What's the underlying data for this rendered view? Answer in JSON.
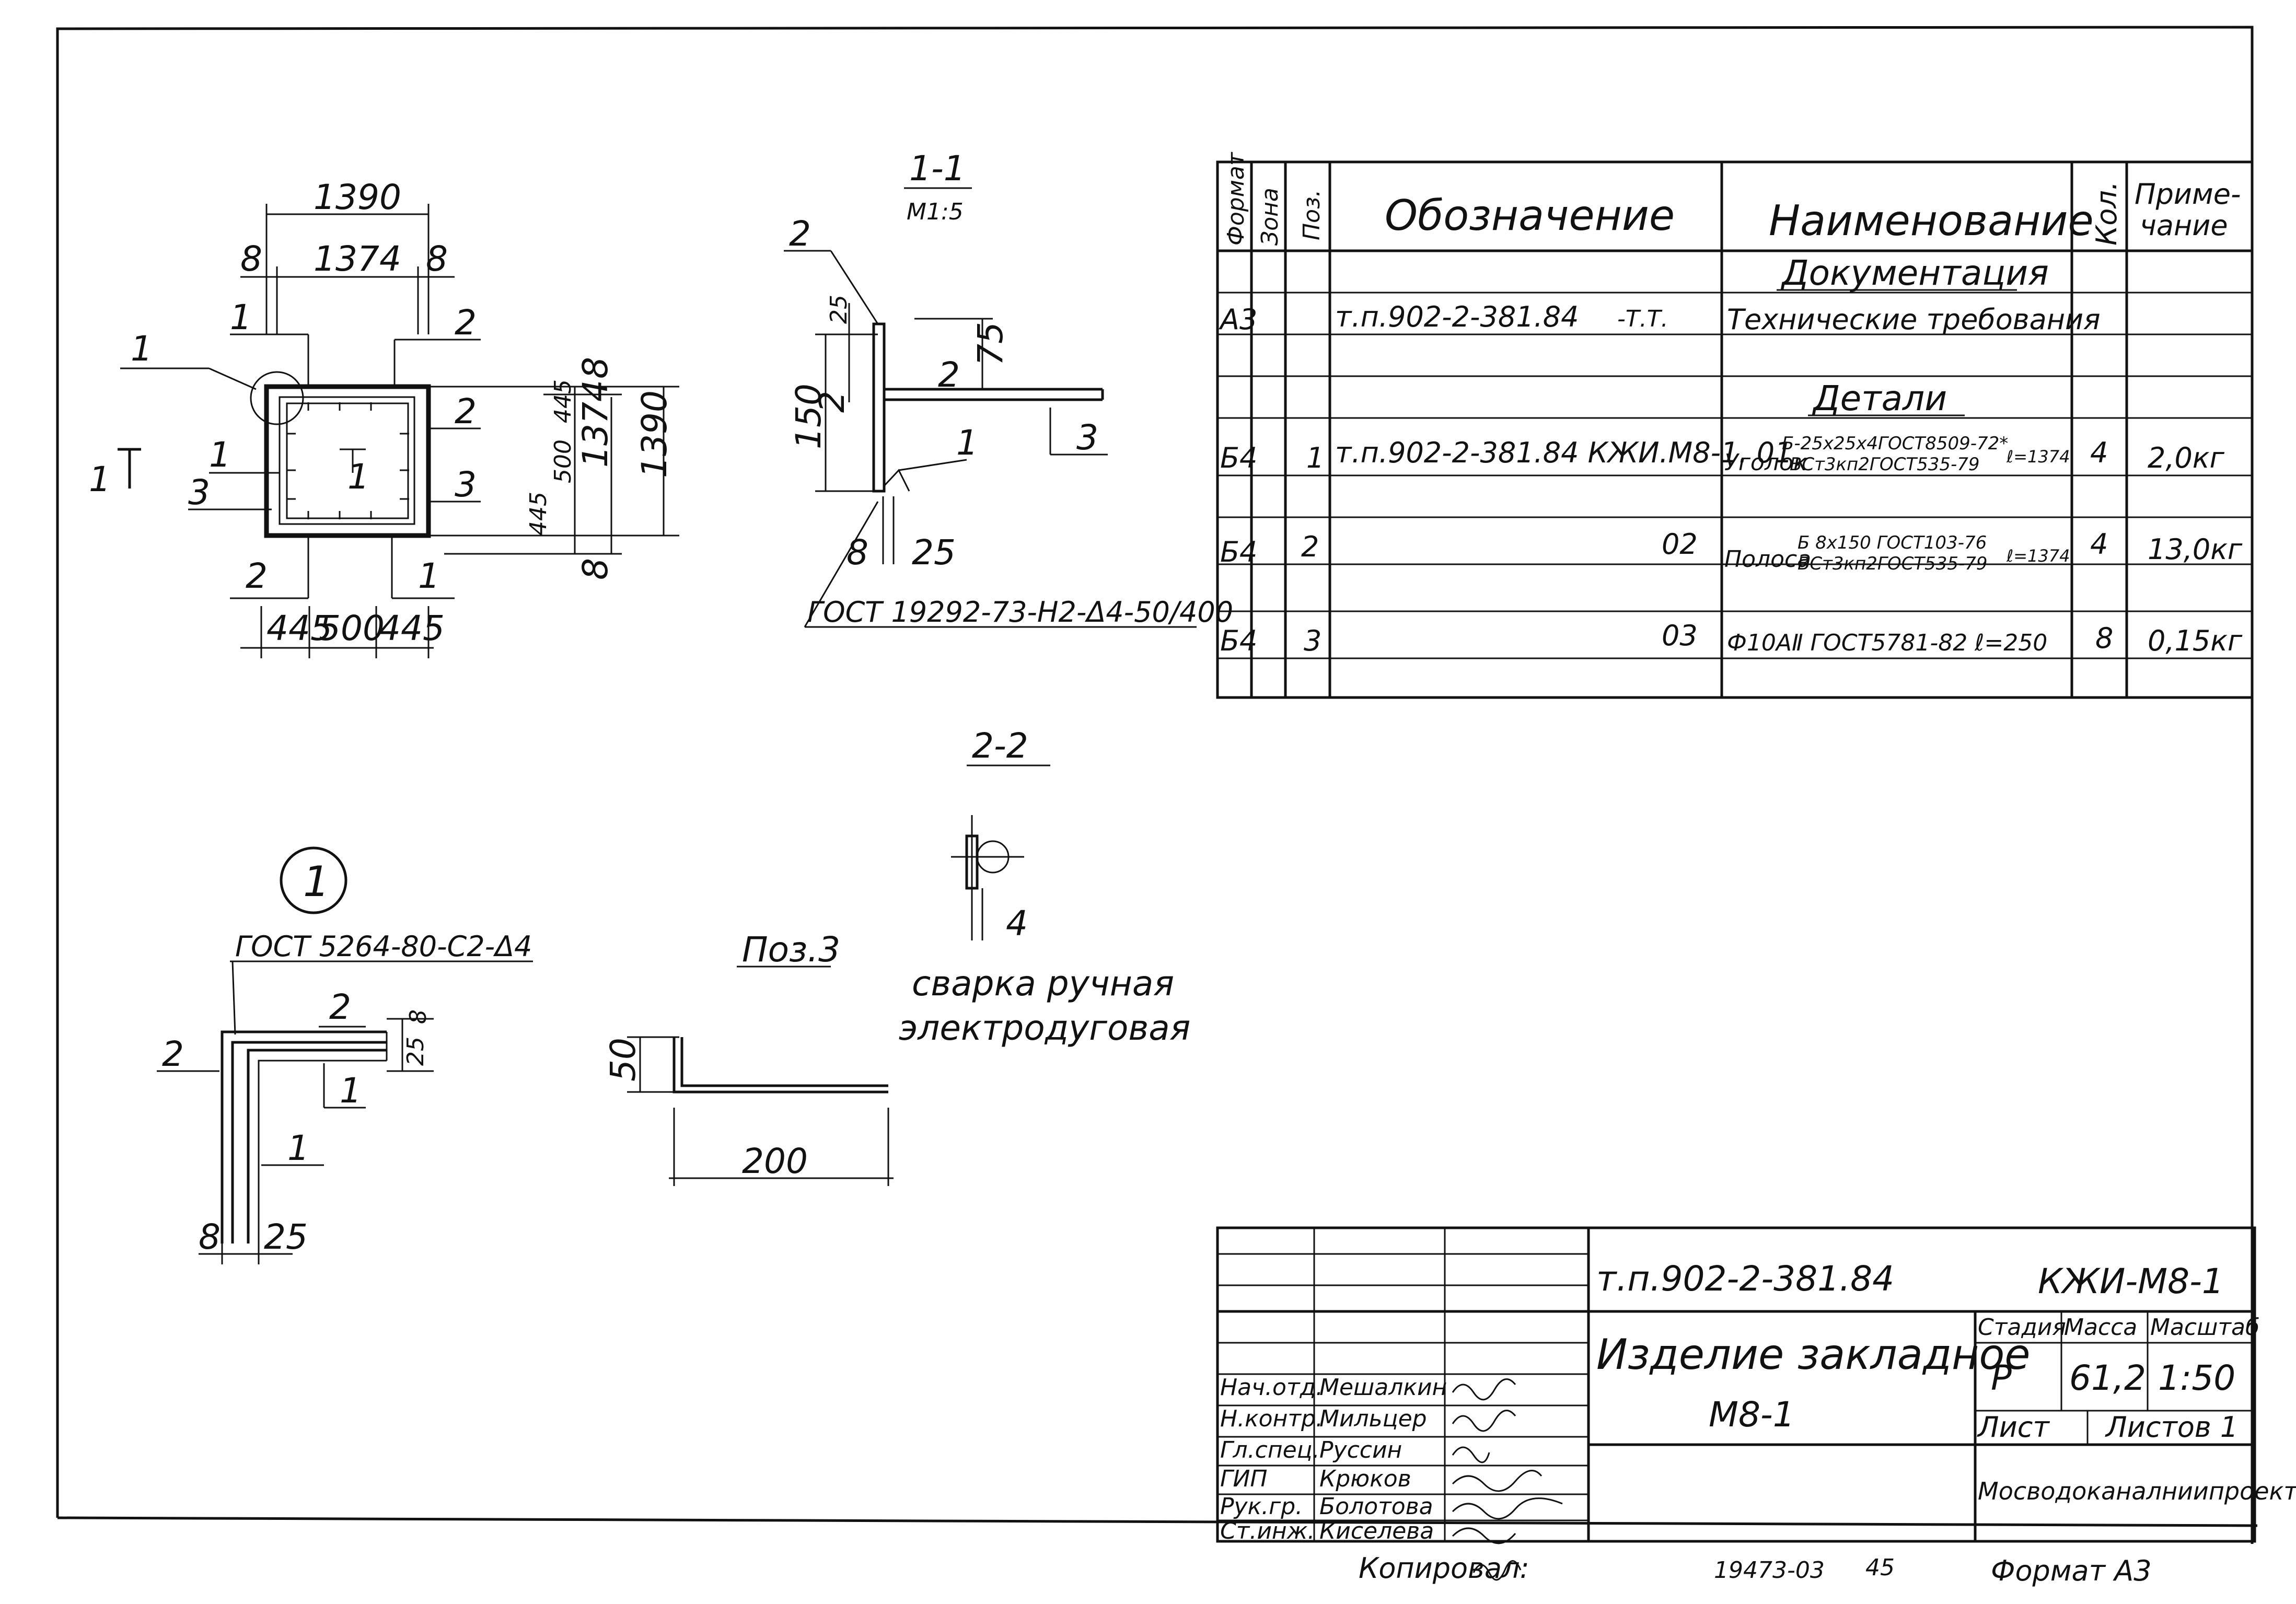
{
  "drawing": {
    "plan": {
      "overall_width": "1390",
      "inner_width": "1374",
      "left_edge": "8",
      "right_edge": "8",
      "height_overall": "1390",
      "height_inner": "1374",
      "top_gap": "8",
      "bottom_gap": "8",
      "seg_a": "445",
      "seg_b": "500",
      "seg_c": "445",
      "vseg_a": "445",
      "vseg_b": "500",
      "vseg_c": "445",
      "pos_1": "1",
      "pos_2": "2",
      "pos_3": "3",
      "section_mark": "1",
      "view_mark": "1",
      "center_mark": "1"
    },
    "section_1_1": {
      "title": "1-1",
      "scale": "М1:5",
      "dim_25": "25",
      "dim_75": "75",
      "dim_150": "150",
      "dim_2": "2",
      "dim_8": "8",
      "dim_25b": "25",
      "pos_1": "1",
      "pos_2": "2",
      "pos_2b": "2",
      "pos_3": "3",
      "weld_note": "ГОСТ 19292-73-Н2-Δ4-50/400"
    },
    "section_2_2": {
      "title": "2-2",
      "dim_4": "4",
      "note_line1": "сварка ручная",
      "note_line2": "электродуговая"
    },
    "detail_1": {
      "mark": "1",
      "weld_note": "ГОСТ 5264-80-С2-Δ4",
      "pos_1": "1",
      "pos_1b": "1",
      "pos_2": "2",
      "pos_2b": "2",
      "dim_8": "8",
      "dim_25": "25",
      "dim_25v": "25",
      "dim_8v": "8"
    },
    "pos_3_detail": {
      "title": "Поз.3",
      "dim_50": "50",
      "dim_200": "200"
    }
  },
  "spec_table": {
    "headers": {
      "format": "Формат",
      "zone": "Зона",
      "pos": "Поз.",
      "designation": "Обозначение",
      "name": "Наименование",
      "qty": "Кол.",
      "note_line1": "Приме-",
      "note_line2": "чание"
    },
    "section_docs": "Документация",
    "section_parts": "Детали",
    "rows": [
      {
        "format": "А3",
        "pos": "",
        "designation": "т.п.902-2-381.84",
        "designation_suffix": "-Т.Т.",
        "name": "Технические требования",
        "qty": "",
        "note": ""
      },
      {
        "format": "Б4",
        "pos": "1",
        "designation": "т.п.902-2-381.84 КЖИ.М8-1. 01",
        "name_prefix": "Уголок",
        "name_line1": "Б-25х25х4ГОСТ8509-72*",
        "name_line2": "ВСт3кп2ГОСТ535-79",
        "name_suffix": "ℓ=1374",
        "qty": "4",
        "note": "2,0кг"
      },
      {
        "format": "Б4",
        "pos": "2",
        "designation": "02",
        "name_prefix": "Полоса",
        "name_line1": "Б 8х150 ГОСТ103-76",
        "name_line2": "ВСт3кп2ГОСТ535-79",
        "name_suffix": "ℓ=1374",
        "qty": "4",
        "note": "13,0кг"
      },
      {
        "format": "Б4",
        "pos": "3",
        "designation": "03",
        "name": "Ф10АⅡ ГОСТ5781-82 ℓ=250",
        "qty": "8",
        "note": "0,15кг"
      }
    ]
  },
  "title_block": {
    "project_code": "т.п.902-2-381.84",
    "drawing_code": "КЖИ-М8-1",
    "title_line1": "Изделие закладное",
    "title_line2": "М8-1",
    "stage_label": "Стадия",
    "mass_label": "Масса",
    "scale_label": "Масштаб",
    "stage": "Р",
    "mass": "61,2",
    "scale": "1:50",
    "sheet_label": "Лист",
    "sheets_label": "Листов 1",
    "organization": "Мосводоканалниипроект",
    "signatures": [
      {
        "role": "Нач.отд.",
        "name": "Мешалкин"
      },
      {
        "role": "Н.контр.",
        "name": "Мильцер"
      },
      {
        "role": "Гл.спец.",
        "name": "Руссин"
      },
      {
        "role": "ГИП",
        "name": "Крюков"
      },
      {
        "role": "Рук.гр.",
        "name": "Болотова"
      },
      {
        "role": "Ст.инж.",
        "name": "Киселева"
      }
    ],
    "copied_label": "Копировал:",
    "inventory": "19473-03",
    "page": "45",
    "format_label": "Формат А3"
  }
}
